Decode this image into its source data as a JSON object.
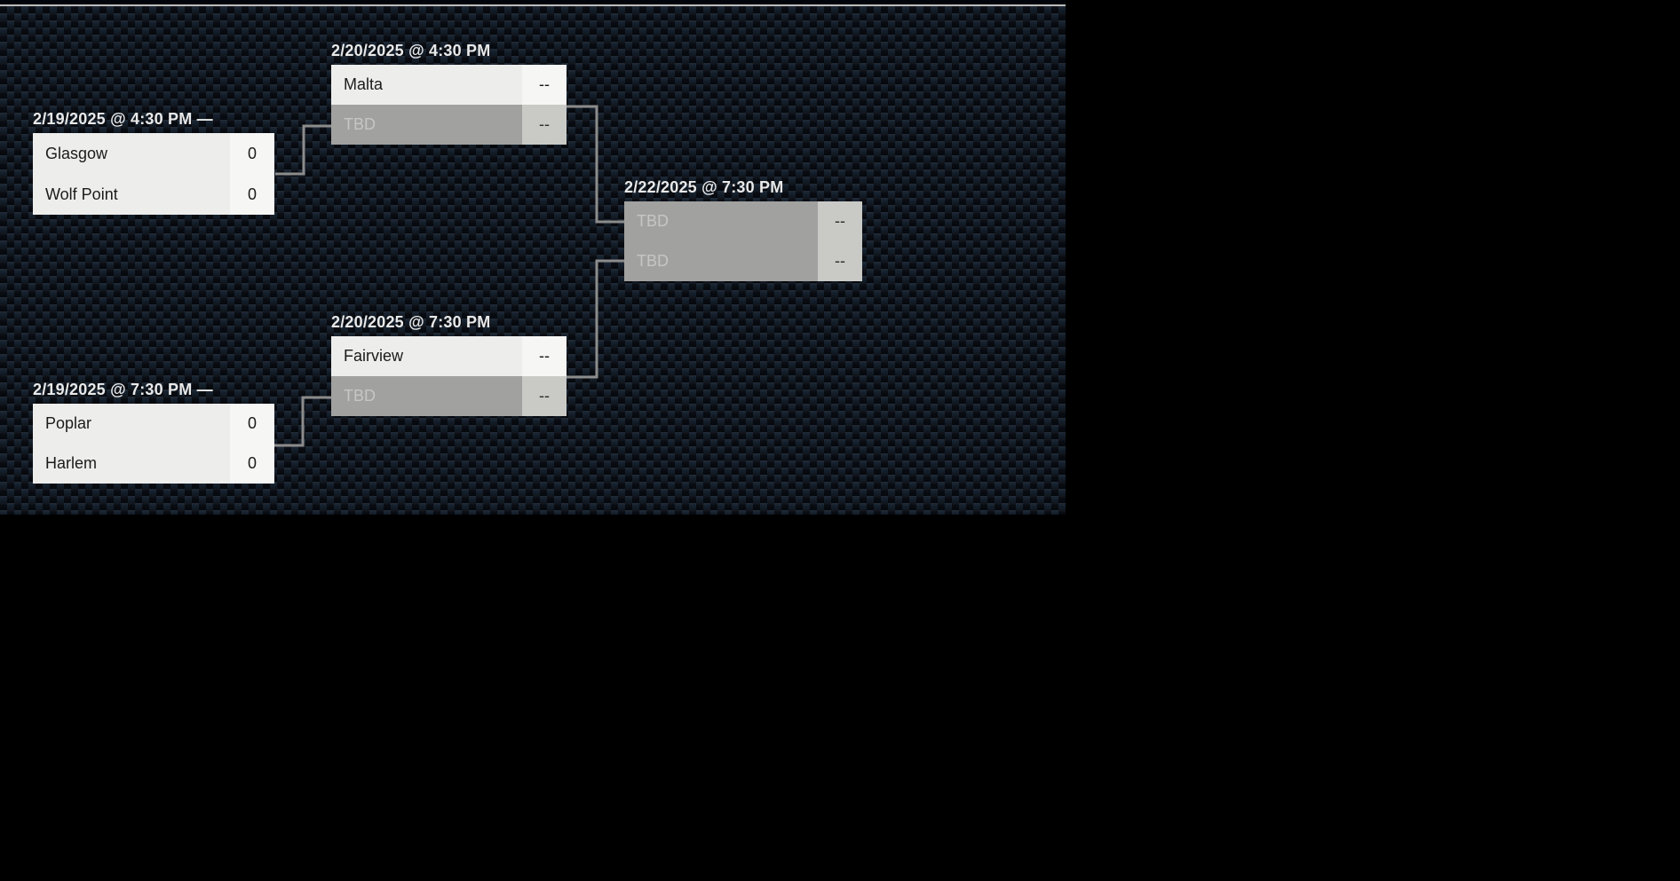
{
  "board": {
    "top_line_color": "#bdbdbd",
    "checker_light_color": "#16212e",
    "checker_dark_color": "#080c12",
    "page_background_color": "#000000"
  },
  "bracket": {
    "connector_color": "#8c8c8c",
    "row_colors": {
      "decided_bg": "#ededec",
      "decided_score_bg": "#f6f6f5",
      "decided_text": "#1b1b1b",
      "tbd_bg": "#a1a19f",
      "tbd_score_bg": "#c9c9c6",
      "tbd_text": "#c6c6c4"
    },
    "matches": [
      {
        "datetime": "2/19/2025 @ 4:30 PM —",
        "teams": [
          {
            "name": "Glasgow",
            "score": "0",
            "status": "decided"
          },
          {
            "name": "Wolf Point",
            "score": "0",
            "status": "decided"
          }
        ]
      },
      {
        "datetime": "2/20/2025 @ 4:30 PM",
        "teams": [
          {
            "name": "Malta",
            "score": "--",
            "status": "decided"
          },
          {
            "name": "TBD",
            "score": "--",
            "status": "tbd"
          }
        ]
      },
      {
        "datetime": "2/20/2025 @ 7:30 PM",
        "teams": [
          {
            "name": "Fairview",
            "score": "--",
            "status": "decided"
          },
          {
            "name": "TBD",
            "score": "--",
            "status": "tbd"
          }
        ]
      },
      {
        "datetime": "2/22/2025 @ 7:30 PM",
        "teams": [
          {
            "name": "TBD",
            "score": "--",
            "status": "tbd"
          },
          {
            "name": "TBD",
            "score": "--",
            "status": "tbd"
          }
        ]
      },
      {
        "datetime": "2/19/2025 @ 7:30 PM —",
        "teams": [
          {
            "name": "Poplar",
            "score": "0",
            "status": "decided"
          },
          {
            "name": "Harlem",
            "score": "0",
            "status": "decided"
          }
        ]
      }
    ]
  }
}
